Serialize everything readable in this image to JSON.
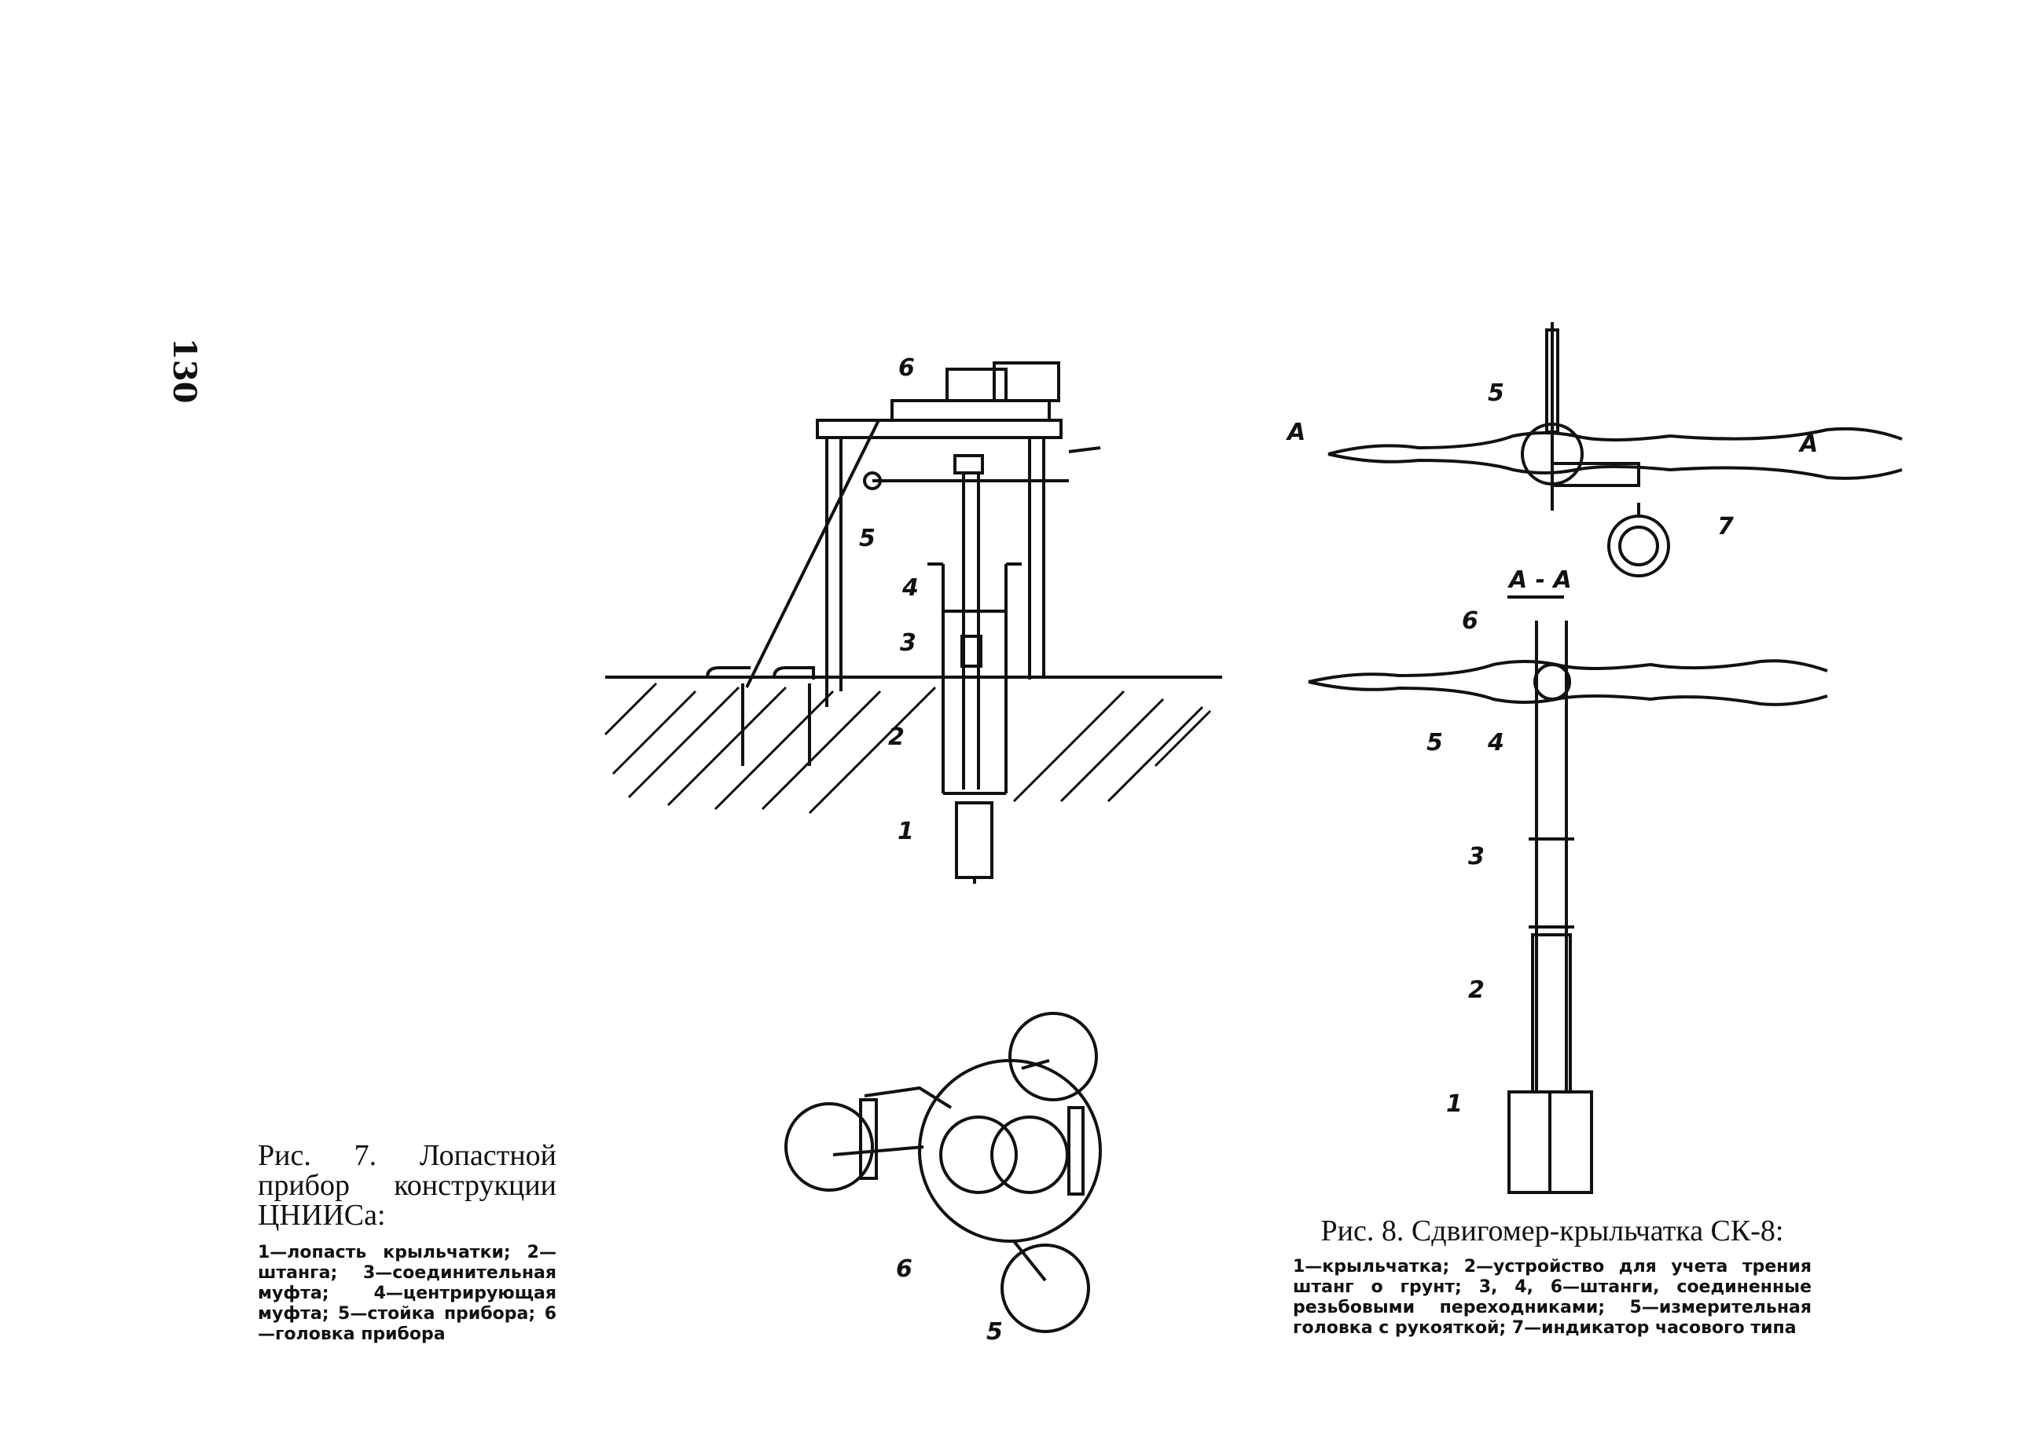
{
  "page": {
    "number": "130"
  },
  "figure7": {
    "labels": [
      "1",
      "2",
      "3",
      "4",
      "5",
      "6",
      "5",
      "6"
    ],
    "caption_title": "Рис.  7.  Лопастной прибор  конструкции ЦНИИСа:",
    "caption_body": "1—лопасть крыльчатки; 2—штанга; 3—соединительная муфта; 4—центрирующая муфта; 5—стойка прибора; 6—головка прибора"
  },
  "figure8": {
    "labels": [
      "A",
      "A",
      "5",
      "7",
      "А - А",
      "6",
      "5",
      "4",
      "3",
      "2",
      "1"
    ],
    "caption_title": "Рис. 8. Сдвигомер-крыльчатка СК-8:",
    "caption_body": "1—крыльчатка; 2—устройство для учета трения штанг о грунт; 3, 4, 6—штанги, соединенные резьбовыми переходниками; 5—измерительная головка с рукояткой; 7—индикатор часового типа"
  }
}
